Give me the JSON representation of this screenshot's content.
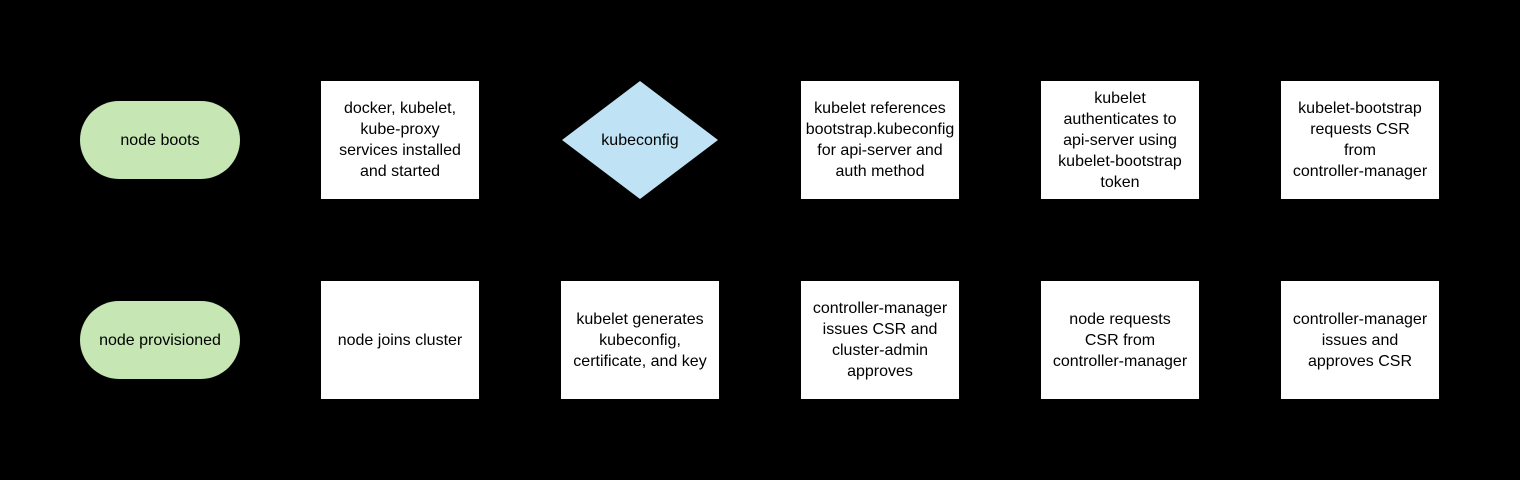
{
  "diagram": {
    "title": "kubernetes node bootstrap flowchart",
    "background": "#000000",
    "shape_colors": {
      "terminal": "#c6e6b4",
      "decision": "#bfe3f4",
      "process": "#ffffff",
      "text": "#000000"
    },
    "nodes": [
      {
        "id": "node-boots",
        "shape": "terminal",
        "lines": [
          "node boots"
        ]
      },
      {
        "id": "services-installed",
        "shape": "process",
        "lines": [
          "docker, kubelet,",
          "kube-proxy",
          "services installed",
          "and started"
        ]
      },
      {
        "id": "kubeconfig-decision",
        "shape": "decision",
        "lines": [
          "kubeconfig"
        ]
      },
      {
        "id": "kubelet-references",
        "shape": "process",
        "lines": [
          "kubelet references",
          "bootstrap.kubeconfig",
          "for api-server and",
          "auth method"
        ]
      },
      {
        "id": "kubelet-authenticates",
        "shape": "process",
        "lines": [
          "kubelet",
          "authenticates to",
          "api-server using",
          "kubelet-bootstrap",
          "token"
        ]
      },
      {
        "id": "kubelet-bootstrap-csr",
        "shape": "process",
        "lines": [
          "kubelet-bootstrap",
          "requests CSR",
          "from",
          "controller-manager"
        ]
      },
      {
        "id": "node-provisioned",
        "shape": "terminal",
        "lines": [
          "node provisioned"
        ]
      },
      {
        "id": "node-joins-cluster",
        "shape": "process",
        "lines": [
          "node joins cluster"
        ]
      },
      {
        "id": "kubelet-generates",
        "shape": "process",
        "lines": [
          "kubelet generates",
          "kubeconfig,",
          "certificate, and key"
        ]
      },
      {
        "id": "cm-issues-csr-admin",
        "shape": "process",
        "lines": [
          "controller-manager",
          "issues CSR and",
          "cluster-admin",
          "approves"
        ]
      },
      {
        "id": "node-requests-csr",
        "shape": "process",
        "lines": [
          "node requests",
          "CSR from",
          "controller-manager"
        ]
      },
      {
        "id": "cm-issues-approves-csr",
        "shape": "process",
        "lines": [
          "controller-manager",
          "issues and",
          "approves CSR"
        ]
      }
    ]
  }
}
